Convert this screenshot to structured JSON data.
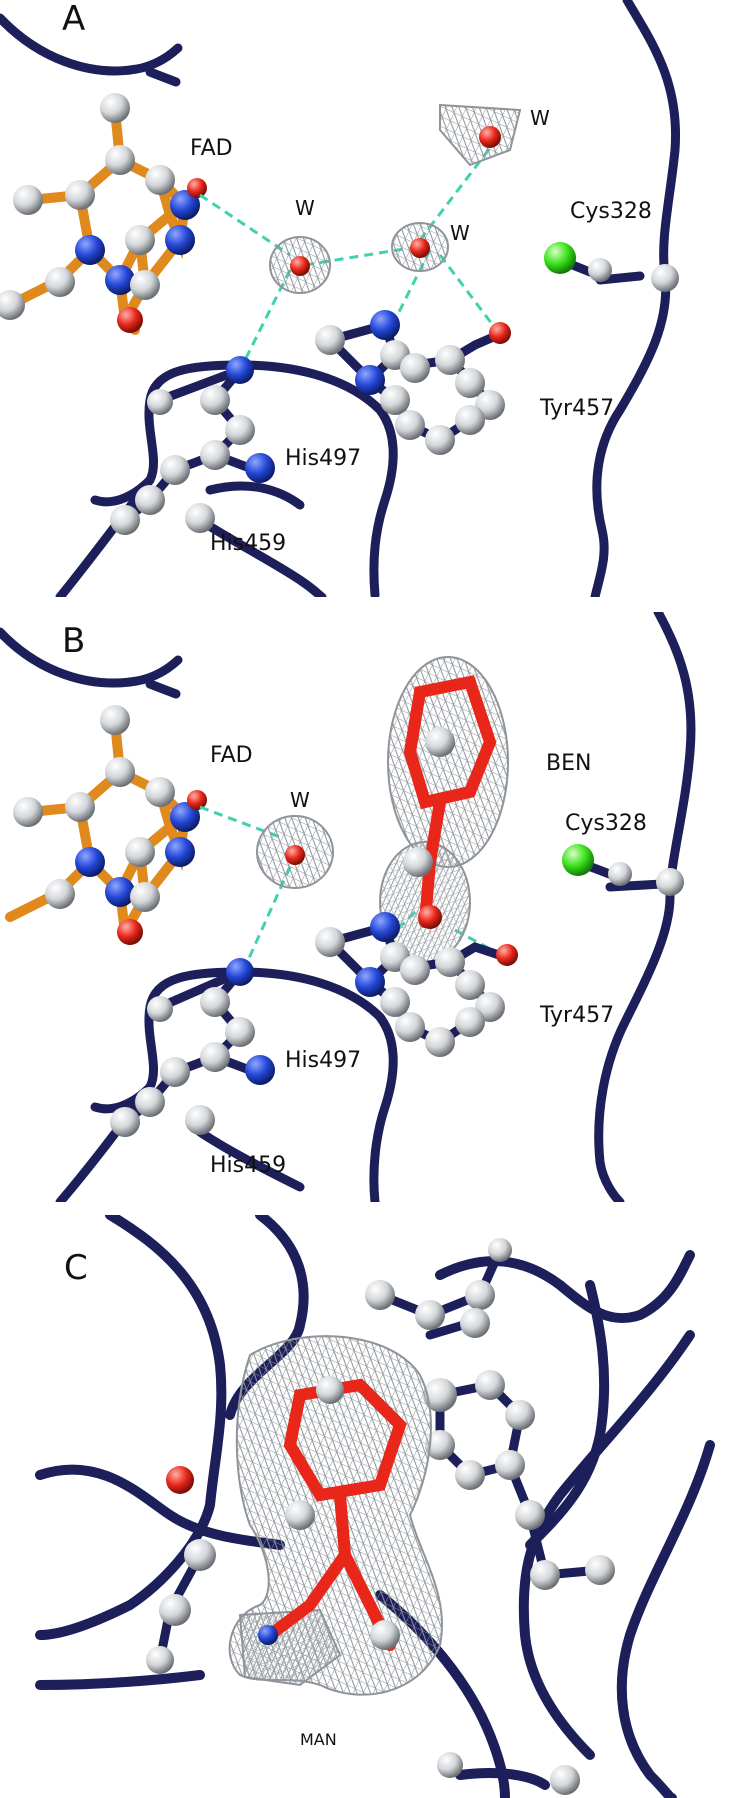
{
  "panel_a": {
    "letter": "A",
    "labels": {
      "fad": "FAD",
      "water_1": "W",
      "water_2": "W",
      "water_3": "W",
      "cys": "Cys328",
      "tyr": "Tyr457",
      "his497": "His497",
      "his459": "His459"
    }
  },
  "panel_b": {
    "letter": "B",
    "labels": {
      "fad": "FAD",
      "water": "W",
      "ben": "BEN",
      "cys": "Cys328",
      "tyr": "Tyr457",
      "his497": "His497",
      "his459": "His459"
    }
  },
  "panel_c": {
    "letter": "C",
    "labels": {
      "man": "MAN"
    }
  },
  "colors": {
    "backbone": "#1c1f5a",
    "fad_bond": "#e08a1e",
    "carbon": "#d9dcdf",
    "nitrogen": "#2447d6",
    "oxygen": "#e8271a",
    "sulfur": "#3de21e",
    "hbond": "#3fd1b0",
    "density_mesh": "#8e9499"
  },
  "icons": {
    "atom": "sphere",
    "mesh": "wireframe-density"
  }
}
